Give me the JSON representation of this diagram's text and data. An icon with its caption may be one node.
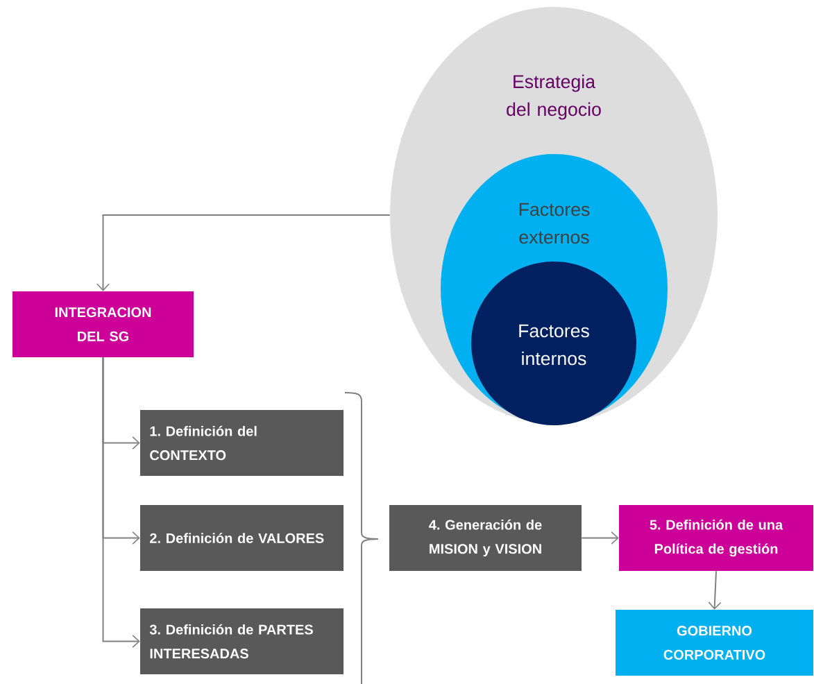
{
  "diagram": {
    "nodes": [
      {
        "text": [
          "Estrategia del negocio"
        ]
      },
      {
        "text": [
          "Factores externos"
        ],
        "in": 0
      },
      {
        "text": [
          "Factores internos"
        ],
        "in": 1
      },
      {
        "text": [
          "INTEGRACION DEL SG"
        ]
      },
      {
        "text": [
          "1. Definición del CONTEXTO"
        ]
      },
      {
        "text": [
          "2. Definición de VALORES"
        ]
      },
      {
        "text": [
          "3. Definición de PARTES INTERESADAS"
        ]
      },
      {
        "text": [
          "4. Generación de MISION y VISION"
        ]
      },
      {
        "text": [
          "5. Definición de una Política de gestión"
        ]
      },
      {
        "text": [
          "GOBIERNO CORPORATIVO"
        ]
      }
    ],
    "edges": [
      {
        "from": 0,
        "to": 3,
        "arrow": "to"
      },
      {
        "from": 3,
        "to": 4,
        "arrow": "to"
      },
      {
        "from": 3,
        "to": 5,
        "arrow": "to"
      },
      {
        "from": 3,
        "to": 6,
        "arrow": "to"
      },
      {
        "from": 7,
        "to": 8,
        "arrow": "to"
      },
      {
        "from": 8,
        "to": 9,
        "arrow": "to"
      }
    ]
  }
}
